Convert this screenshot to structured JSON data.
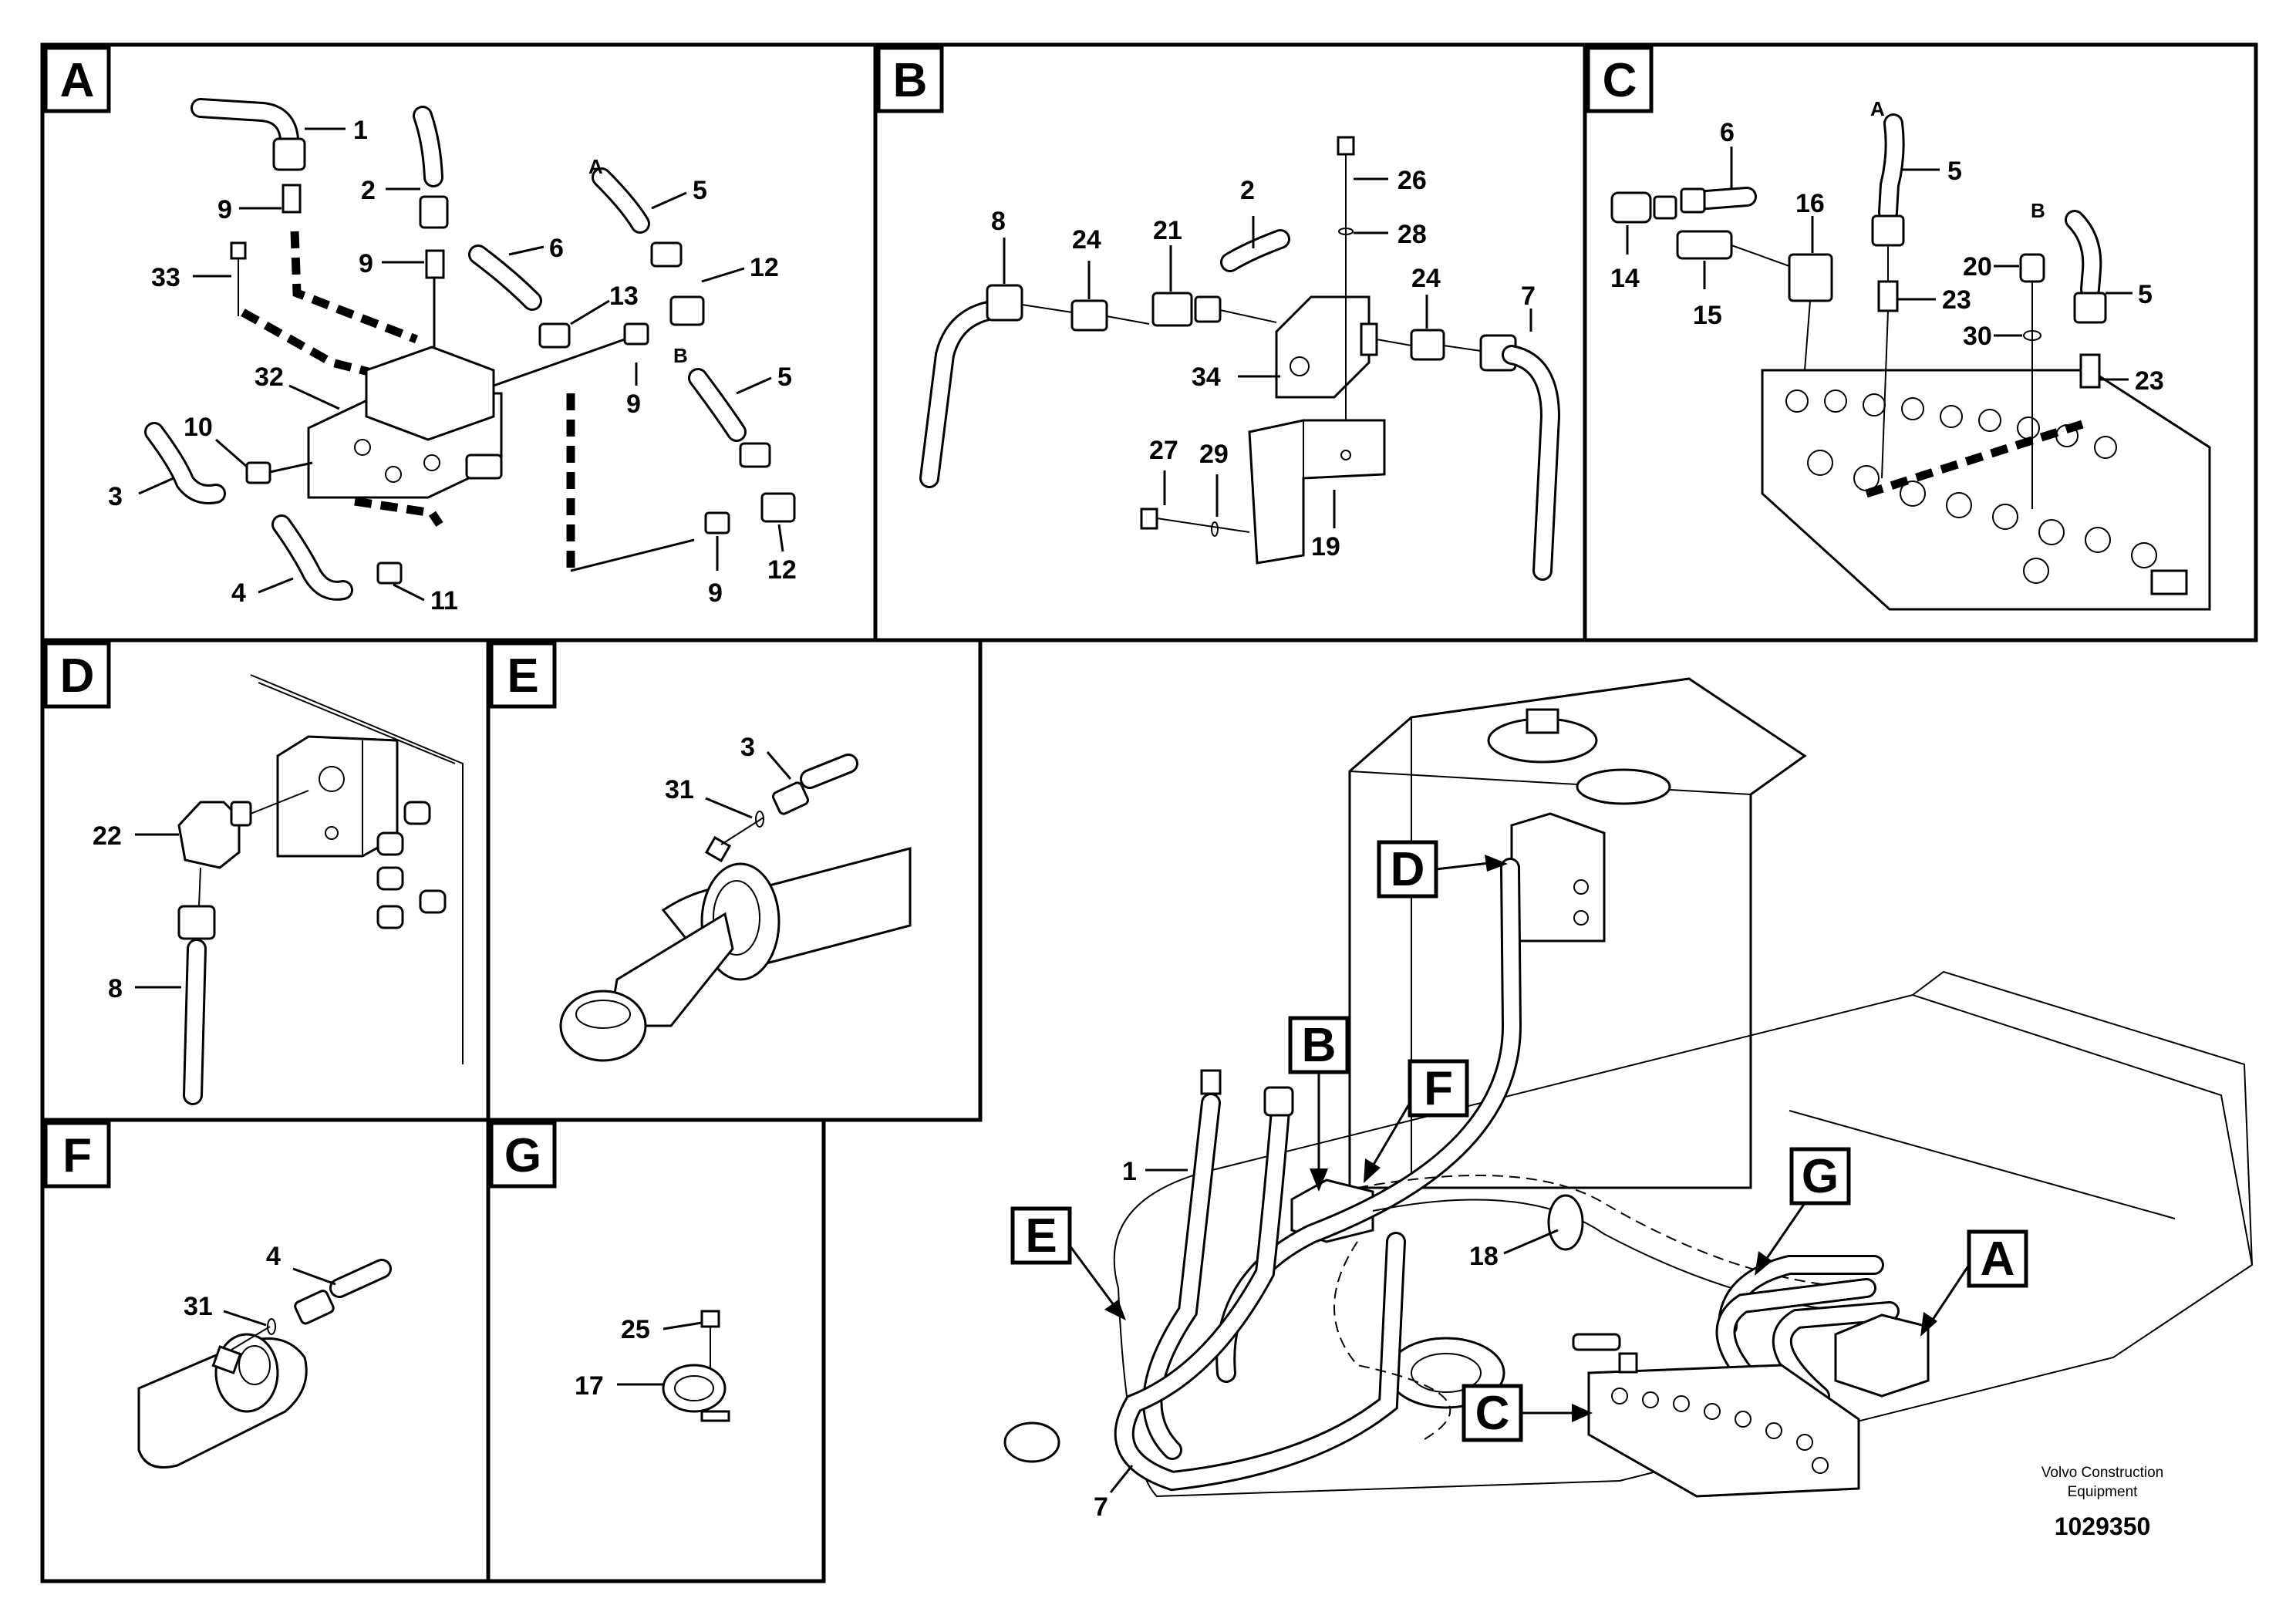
{
  "panels": [
    {
      "id": "A"
    },
    {
      "id": "B"
    },
    {
      "id": "C"
    },
    {
      "id": "D"
    },
    {
      "id": "E"
    },
    {
      "id": "F"
    },
    {
      "id": "G"
    }
  ],
  "panel_a": {
    "labels": [
      "1",
      "2",
      "9",
      "9",
      "33",
      "6",
      "13",
      "5",
      "A",
      "12",
      "32",
      "10",
      "3",
      "9",
      "B",
      "5",
      "4",
      "11",
      "12",
      "9"
    ]
  },
  "panel_b": {
    "labels": [
      "26",
      "28",
      "2",
      "8",
      "24",
      "21",
      "24",
      "7",
      "34",
      "27",
      "29",
      "19"
    ]
  },
  "panel_c": {
    "labels": [
      "A",
      "6",
      "5",
      "16",
      "14",
      "15",
      "B",
      "20",
      "5",
      "23",
      "30",
      "23"
    ]
  },
  "panel_d": {
    "labels": [
      "22",
      "8"
    ]
  },
  "panel_e": {
    "labels": [
      "3",
      "31"
    ]
  },
  "panel_f": {
    "labels": [
      "4",
      "31"
    ]
  },
  "panel_g": {
    "labels": [
      "25",
      "17"
    ]
  },
  "overview": {
    "callouts": [
      "D",
      "B",
      "F",
      "G",
      "A",
      "E",
      "C"
    ],
    "labels": [
      "1",
      "18",
      "7"
    ]
  },
  "credit": {
    "line1": "Volvo Construction",
    "line2": "Equipment"
  },
  "doc_number": "1029350"
}
